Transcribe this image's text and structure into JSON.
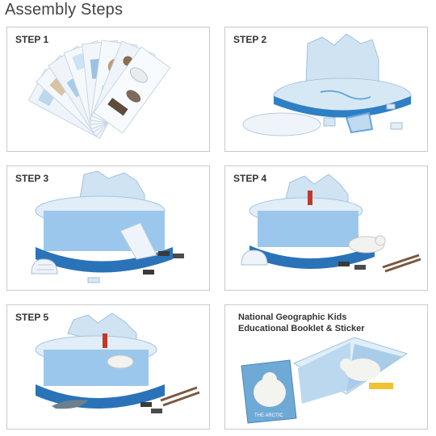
{
  "page": {
    "title": "Assembly Steps"
  },
  "steps": [
    {
      "label": "STEP 1"
    },
    {
      "label": "STEP 2"
    },
    {
      "label": "STEP 3"
    },
    {
      "label": "STEP 4"
    },
    {
      "label": "STEP 5"
    }
  ],
  "booklet": {
    "line1": "National Geographic Kids",
    "line2": "Educational Booklet & Sticker",
    "magazine_title": "THE ARCTIC"
  }
}
